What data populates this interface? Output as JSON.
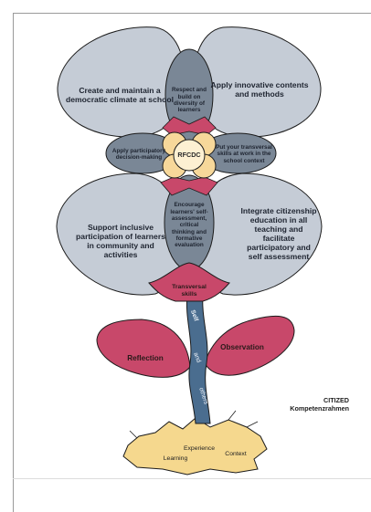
{
  "petals": {
    "top_left": "Create and maintain a democratic climate at school",
    "top_right": "Apply innovative contents and methods",
    "bottom_left": "Support inclusive participation of learners in community and activities",
    "bottom_right": "Integrate citizenship education in all teaching and facilitate participatory and self assessment"
  },
  "inner": {
    "top": "Respect and build on diversity of learners",
    "left": "Apply participatory decision-making",
    "right": "Put your transversal skills at work in the school context",
    "bottom": "Encourage learners' self-assessment, critical thinking and formative evaluation"
  },
  "center": "RFCDC",
  "receptacle": "Transversal skills",
  "stem_words": [
    "Self",
    "and",
    "others"
  ],
  "leaves": {
    "left": "Reflection",
    "right": "Observation"
  },
  "roots": [
    "Experience",
    "Learning",
    "Context"
  ],
  "caption": {
    "line1": "CITIZED",
    "line2": "Kompetenzrahmen"
  },
  "colors": {
    "petal": "#c5ccd6",
    "inner": "#7a8796",
    "rose": "#c8486a",
    "center": "#f7d89a",
    "stem": "#4a6d8f",
    "root": "#f5d88e"
  }
}
